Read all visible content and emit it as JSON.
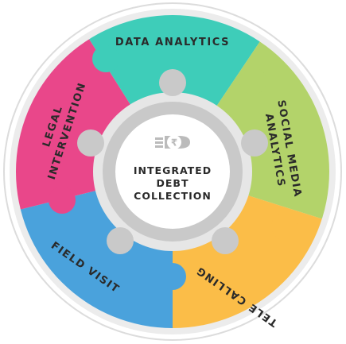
{
  "diagram": {
    "center": {
      "lines": [
        "INTEGRATED",
        "DEBT",
        "COLLECTION"
      ],
      "icon": "rupee-hand-icon"
    },
    "segments": [
      {
        "id": "data-analytics",
        "label": "DATA ANALYTICS",
        "color": "#3ecdb9"
      },
      {
        "id": "social-media",
        "label_lines": [
          "SOCIAL MEDIA",
          "ANALYTICS"
        ],
        "color": "#b3d36a"
      },
      {
        "id": "tele-calling",
        "label": "TELE CALLING",
        "color": "#fbbd48"
      },
      {
        "id": "field-visit",
        "label": "FIELD VISIT",
        "color": "#4aa2dc"
      },
      {
        "id": "legal",
        "label_lines": [
          "LEGAL",
          "INTERVENTION"
        ],
        "color": "#e9478a"
      }
    ],
    "hub_color": "#c9c9c9",
    "ring_color": "#e6e6e6"
  }
}
